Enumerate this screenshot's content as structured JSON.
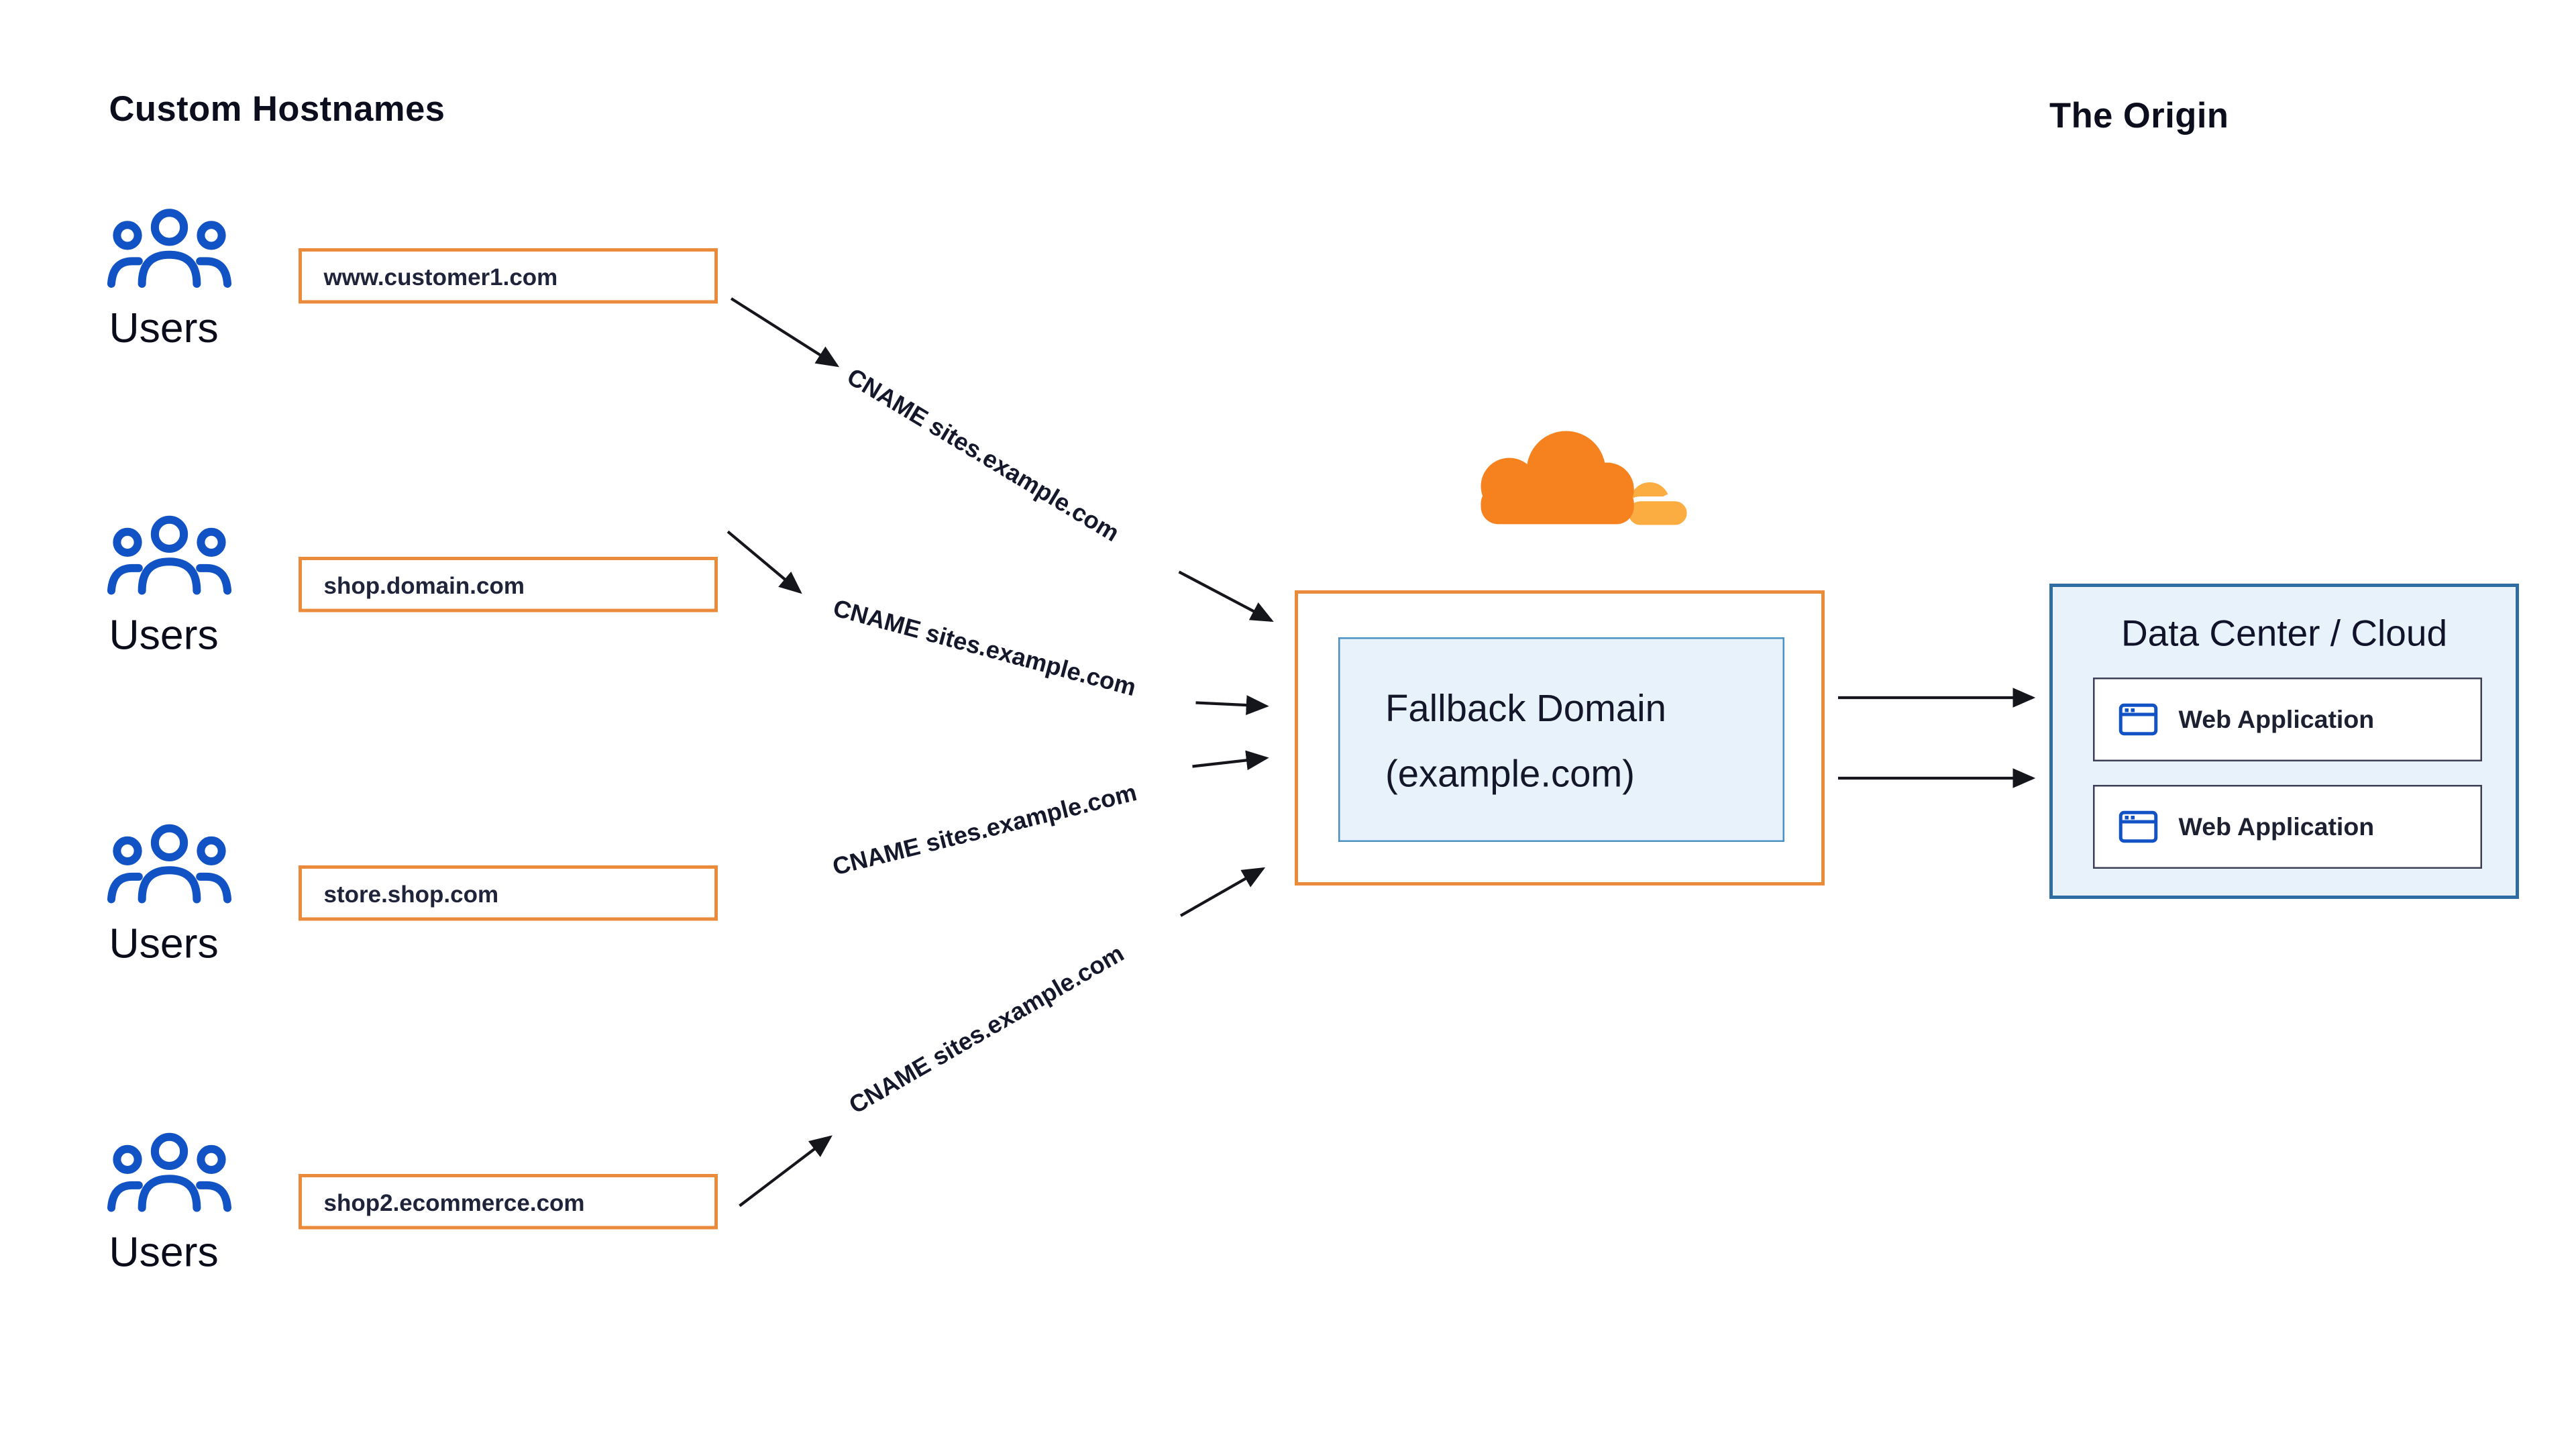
{
  "titles": {
    "custom_hostnames": "Custom Hostnames",
    "origin": "The Origin"
  },
  "labels": {
    "users": "Users",
    "cname": "CNAME sites.example.com"
  },
  "hostnames": [
    "www.customer1.com",
    "shop.domain.com",
    "store.shop.com",
    "shop2.ecommerce.com"
  ],
  "fallback": {
    "line1": "Fallback Domain",
    "line2": "(example.com)"
  },
  "origin_box": {
    "title": "Data Center / Cloud",
    "apps": [
      "Web Application",
      "Web Application"
    ]
  },
  "icons": {
    "users": "users-group-icon",
    "cloudflare": "cloudflare-cloud-icon",
    "browser": "browser-window-icon"
  },
  "colors": {
    "orange": "#f6821f",
    "orange_light": "#fbad41",
    "box_border_orange": "#e98b3a",
    "blue_icon": "#1152c4",
    "panel_blue_border": "#2e6da4",
    "panel_blue_bg": "#e8f2fb",
    "inner_blue_border": "#4a90c4",
    "arrow": "#15151c"
  }
}
